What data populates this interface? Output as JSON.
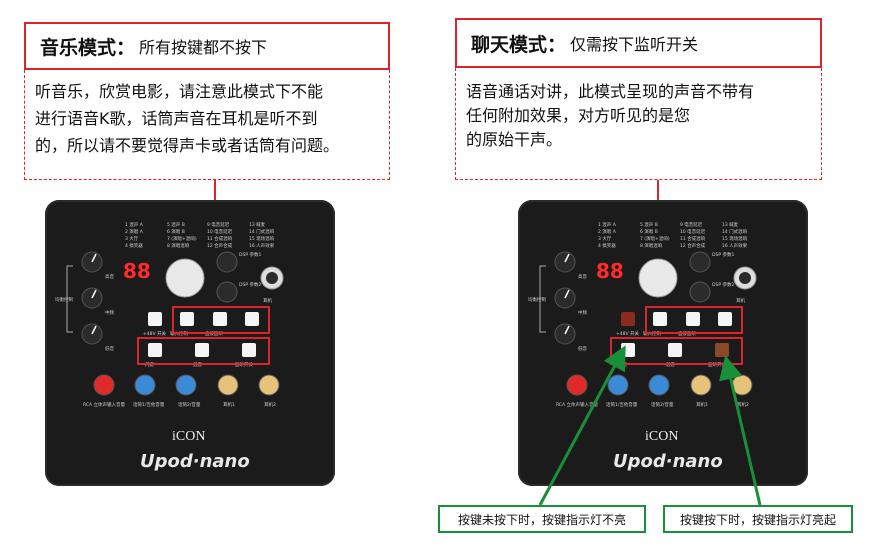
{
  "left_panel": {
    "title_main": "音乐模式：",
    "title_sub": "所有按键都不按下",
    "desc_lines": [
      "听音乐，欣赏电影，请注意此模式下不能",
      "进行语音K歌，话筒声音在耳机是听不到",
      "的，所以请不要觉得声卡或者话筒有问题。"
    ]
  },
  "right_panel": {
    "title_main": "聊天模式：",
    "title_sub": "仅需按下监听开关",
    "desc_lines": [
      "语音通话对讲，此模式呈现的声音不带有",
      "任何附加效果，对方听见的是您",
      "的原始干声。"
    ]
  },
  "device": {
    "brand": "iCON",
    "model": "Upod·nano",
    "display": "88",
    "top_legend_left": [
      "1 混声 A",
      "2 演唱 A",
      "3 大厅",
      "4 搞笑器"
    ],
    "top_legend_mid": [
      "5 混声 B",
      "6 演唱 B",
      "7 (演唱+混响)",
      "8 演唱混响"
    ],
    "top_legend_mid2": [
      "9 电音延迟",
      "10 电音延迟",
      "11 合成混响",
      "12 合声合成"
    ],
    "top_legend_right": [
      "13 喊麦",
      "14 门式混响",
      "15 现场混响",
      "16 人声效果"
    ],
    "knob_labels_left": [
      "高音",
      "中频",
      "低音"
    ],
    "side_label": "均衡控制",
    "dsp_labels": [
      "DSP 参数1",
      "DSP 参数2"
    ],
    "ear_label": "耳机",
    "button_labels": [
      "+48V 开关",
      "输入控制",
      "直接监听",
      "闪避",
      "混音",
      "监听开关"
    ],
    "bottom_labels": [
      "RCA 立体声输入音量",
      "话筒1/吉他音量",
      "话筒2/音量",
      "耳机1",
      "耳机2"
    ]
  },
  "callouts": {
    "off": "按键未按下时，按键指示灯不亮",
    "on": "按键按下时，按键指示灯亮起"
  },
  "colors": {
    "accent_red": "#d9252b",
    "accent_green": "#1a8f3a",
    "led_red": "#ff2a2a"
  }
}
